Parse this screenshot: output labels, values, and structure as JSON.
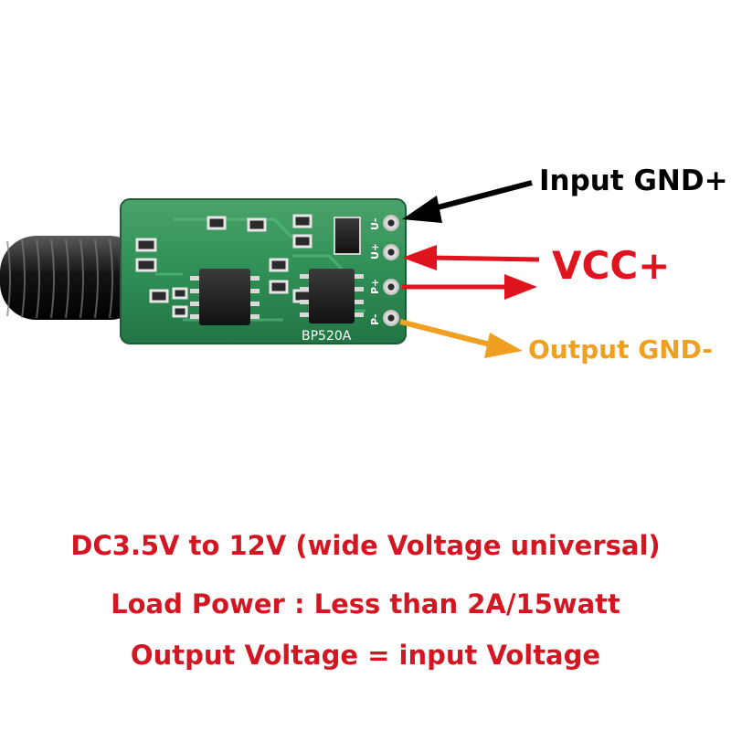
{
  "board": {
    "part_marking": "BP520A",
    "pad_labels": [
      "U-",
      "U+",
      "P+",
      "P-"
    ]
  },
  "labels": {
    "input_gnd": "Input GND+",
    "vcc": "VCC+",
    "output_gnd": "Output GND-"
  },
  "specs": [
    "DC3.5V to 12V (wide Voltage universal)",
    "Load Power : Less than 2A/15watt",
    "Output Voltage = input Voltage"
  ],
  "colors": {
    "vcc_arrow": "#e0141e",
    "output_gnd_arrow": "#f0a020",
    "input_gnd_arrow": "#000000",
    "spec_text": "#d41622",
    "pcb_green": "#2f8f55"
  },
  "icons": {
    "antenna": "coiled-wire-icon",
    "arrows": "arrow-icon"
  }
}
